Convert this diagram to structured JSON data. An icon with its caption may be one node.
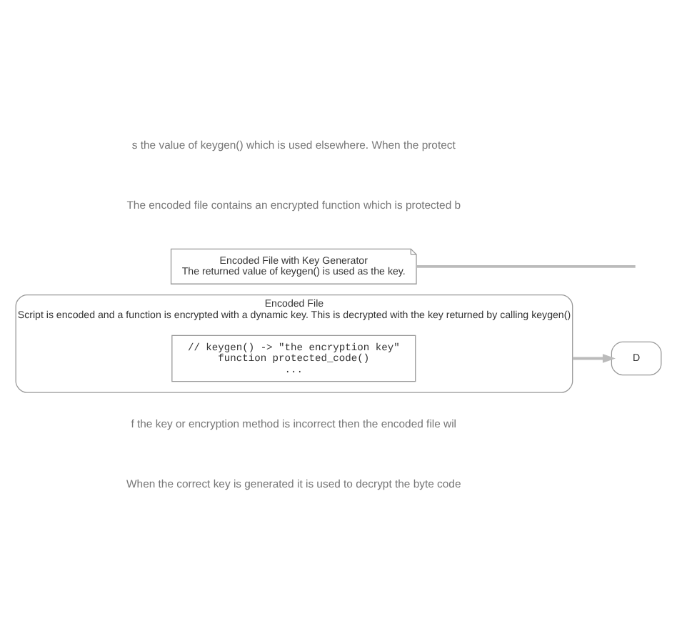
{
  "diagram": {
    "nodes": [
      {
        "text": [
          "Encoded File",
          "Script is encoded and a function is encrypted with a dynamic key. This is decrypted with the key returned by calling keygen()"
        ]
      },
      {
        "text": [
          "// keygen() -> \"the encryption key\"",
          "function protected_code()",
          "..."
        ],
        "in": 0
      },
      {
        "text": [
          "D"
        ]
      },
      {
        "text": [
          "Encoded File with Key Generator",
          "The returned value of keygen() is used as the key."
        ]
      }
    ],
    "edges": [
      {
        "from": 0,
        "to": 2,
        "arrow": "to"
      },
      {
        "from": 3,
        "to": null,
        "arrow": "none"
      }
    ],
    "labels": [
      "When the correct key is generated it is used to decrypt the byte code",
      "f the key or encryption method is incorrect then the encoded file wil",
      "The encoded file contains an encrypted function which is protected b",
      "s the value of keygen() which is used elsewhere. When the protect"
    ]
  }
}
